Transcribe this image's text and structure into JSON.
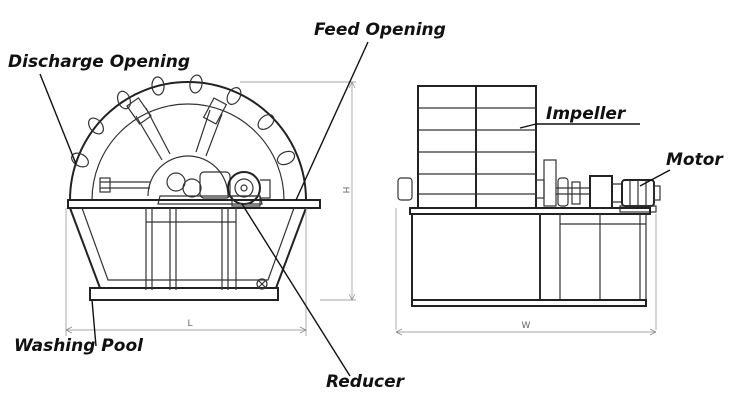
{
  "labels": {
    "feed_opening": "Feed Opening",
    "discharge_opening": "Discharge Opening",
    "impeller": "Impeller",
    "motor": "Motor",
    "washing_pool": "Washing Pool",
    "reducer": "Reducer"
  },
  "dimensions": {
    "length": "L",
    "height": "H",
    "width": "W"
  }
}
